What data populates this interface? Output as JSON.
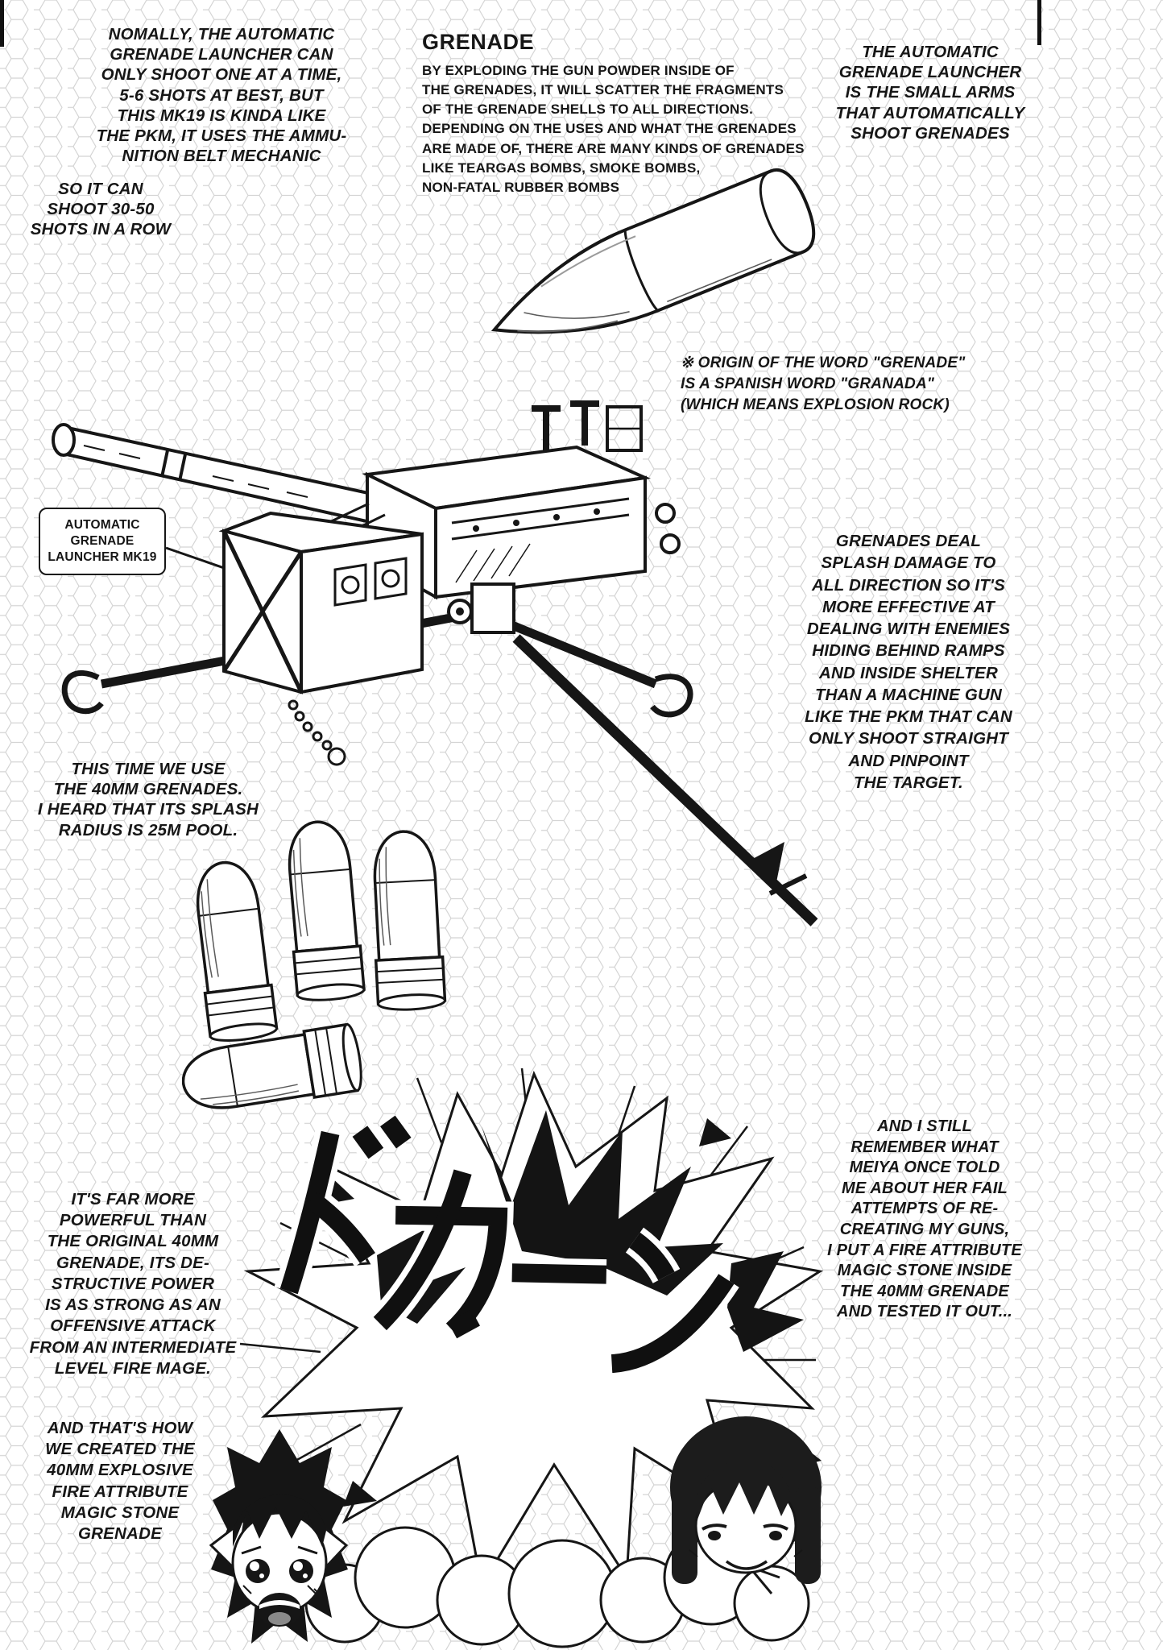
{
  "colors": {
    "ink": "#161616",
    "hex_line": "#d4d4d4",
    "paper": "#ffffff"
  },
  "sfx": {
    "text": "ドカーン"
  },
  "blocks": {
    "ammo_belt": {
      "lines": [
        "NOMALLY, THE AUTOMATIC",
        "GRENADE LAUNCHER CAN",
        "ONLY SHOOT ONE AT A TIME,",
        "5-6 SHOTS AT BEST, BUT",
        "THIS MK19 IS KINDA LIKE",
        "THE PKM, IT USES THE AMMU-",
        "NITION BELT MECHANIC"
      ]
    },
    "shots_row": {
      "lines": [
        "SO IT CAN",
        "SHOOT 30-50",
        "SHOTS IN A ROW"
      ]
    },
    "grenade_info": {
      "title": "GRENADE",
      "lines": [
        "BY EXPLODING THE GUN POWDER INSIDE OF",
        "THE GRENADES, IT WILL SCATTER THE FRAGMENTS",
        "OF THE GRENADE SHELLS TO ALL DIRECTIONS.",
        "DEPENDING ON THE USES AND WHAT THE GRENADES",
        "ARE MADE OF, THERE ARE MANY KINDS OF GRENADES",
        "LIKE TEARGAS BOMBS, SMOKE BOMBS,",
        "NON-FATAL RUBBER BOMBS"
      ]
    },
    "launcher_intro": {
      "lines": [
        "THE AUTOMATIC",
        "GRENADE LAUNCHER",
        "IS THE SMALL ARMS",
        "THAT AUTOMATICALLY",
        "SHOOT GRENADES"
      ]
    },
    "origin_note": {
      "lines": [
        "※ ORIGIN OF THE WORD \"GRENADE\"",
        "IS A SPANISH WORD \"GRANADA\"",
        "(WHICH MEANS EXPLOSION ROCK)"
      ]
    },
    "launcher_label": {
      "lines": [
        "AUTOMATIC",
        "GRENADE",
        "LAUNCHER MK19"
      ]
    },
    "splash_damage": {
      "lines": [
        "GRENADES DEAL",
        "SPLASH DAMAGE TO",
        "ALL DIRECTION SO IT'S",
        "MORE EFFECTIVE AT",
        "DEALING WITH ENEMIES",
        "HIDING BEHIND RAMPS",
        "AND INSIDE SHELTER",
        "THAN A MACHINE GUN",
        "LIKE THE PKM THAT CAN",
        "ONLY SHOOT STRAIGHT",
        "AND PINPOINT",
        "THE TARGET."
      ]
    },
    "grenades_40mm": {
      "lines": [
        "THIS TIME WE USE",
        "THE 40MM GRENADES.",
        "I HEARD THAT ITS SPLASH",
        "RADIUS IS 25M POOL."
      ]
    },
    "destructive_power": {
      "lines": [
        "IT'S FAR MORE",
        "POWERFUL THAN",
        "THE ORIGINAL 40MM",
        "GRENADE, ITS DE-",
        "STRUCTIVE POWER",
        "IS AS STRONG AS AN",
        "OFFENSIVE ATTACK",
        "FROM AN INTERMEDIATE",
        "LEVEL FIRE MAGE."
      ]
    },
    "meiya_memory": {
      "lines": [
        "AND I STILL",
        "REMEMBER WHAT",
        "MEIYA ONCE TOLD",
        "ME ABOUT HER FAIL",
        "ATTEMPTS OF RE-",
        "CREATING MY GUNS,",
        "I PUT A FIRE ATTRIBUTE",
        "MAGIC STONE INSIDE",
        "THE 40MM GRENADE",
        "AND TESTED IT OUT..."
      ]
    },
    "magic_stone": {
      "lines": [
        "AND THAT'S HOW",
        "WE CREATED THE",
        "40MM EXPLOSIVE",
        "FIRE ATTRIBUTE",
        "MAGIC STONE",
        "GRENADE"
      ]
    }
  }
}
